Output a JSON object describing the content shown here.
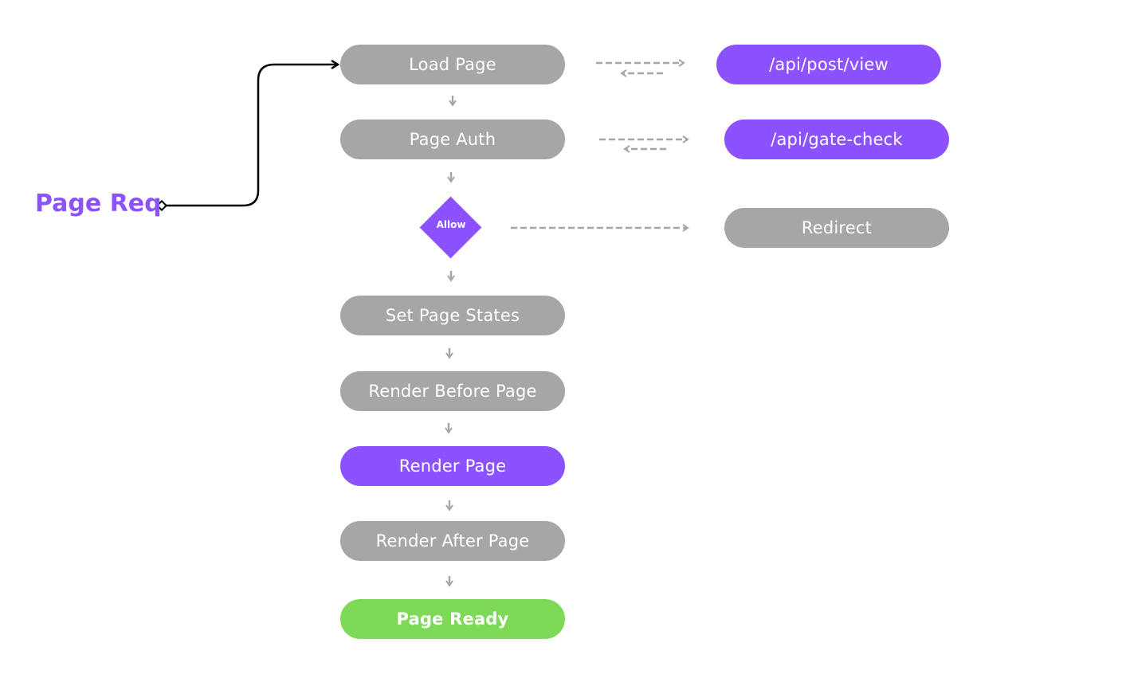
{
  "colors": {
    "gray": "#a6a6a6",
    "purple": "#8c52ff",
    "green": "#7ed957",
    "arrow": "#a6a6a6",
    "start_line": "#000000"
  },
  "start": {
    "label": "Page Req"
  },
  "flow": {
    "load_page": "Load Page",
    "page_auth": "Page Auth",
    "decision": "Allow",
    "set_page_states": "Set Page States",
    "render_before_page": "Render Before Page",
    "render_page": "Render Page",
    "render_after_page": "Render After Page",
    "page_ready": "Page Ready"
  },
  "side": {
    "api_post_view": "/api/post/view",
    "api_gate_check": "/api/gate-check",
    "redirect": "Redirect"
  }
}
